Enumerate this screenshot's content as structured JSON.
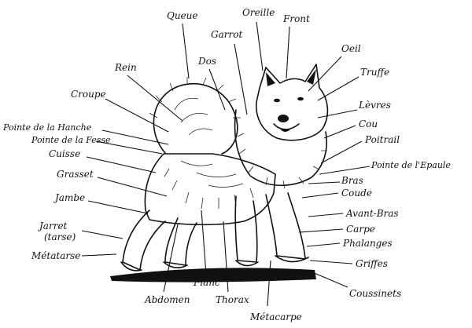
{
  "diagram": {
    "labels": {
      "queue": "Queue",
      "oreille": "Oreille",
      "front": "Front",
      "garrot": "Garrot",
      "oeil": "Oeil",
      "dos": "Dos",
      "rein": "Rein",
      "truffe": "Truffe",
      "croupe": "Croupe",
      "levres": "Lèvres",
      "pointe_hanche": "Pointe de la Hanche",
      "pointe_fesse": "Pointe de la Fesse",
      "cou": "Cou",
      "poitrail": "Poitrail",
      "cuisse": "Cuisse",
      "pointe_epaule": "Pointe de l'Epaule",
      "grasset": "Grasset",
      "bras": "Bras",
      "coude": "Coude",
      "jambe": "Jambe",
      "avant_bras": "Avant-Bras",
      "carpe": "Carpe",
      "jarret": "Jarret",
      "tarse": "(tarse)",
      "phalanges": "Phalanges",
      "metatarse": "Métatarse",
      "griffes": "Griffes",
      "flanc": "Flanc",
      "coussinets": "Coussinets",
      "abdomen": "Abdomen",
      "thorax": "Thorax",
      "metacarpe": "Métacarpe"
    }
  }
}
